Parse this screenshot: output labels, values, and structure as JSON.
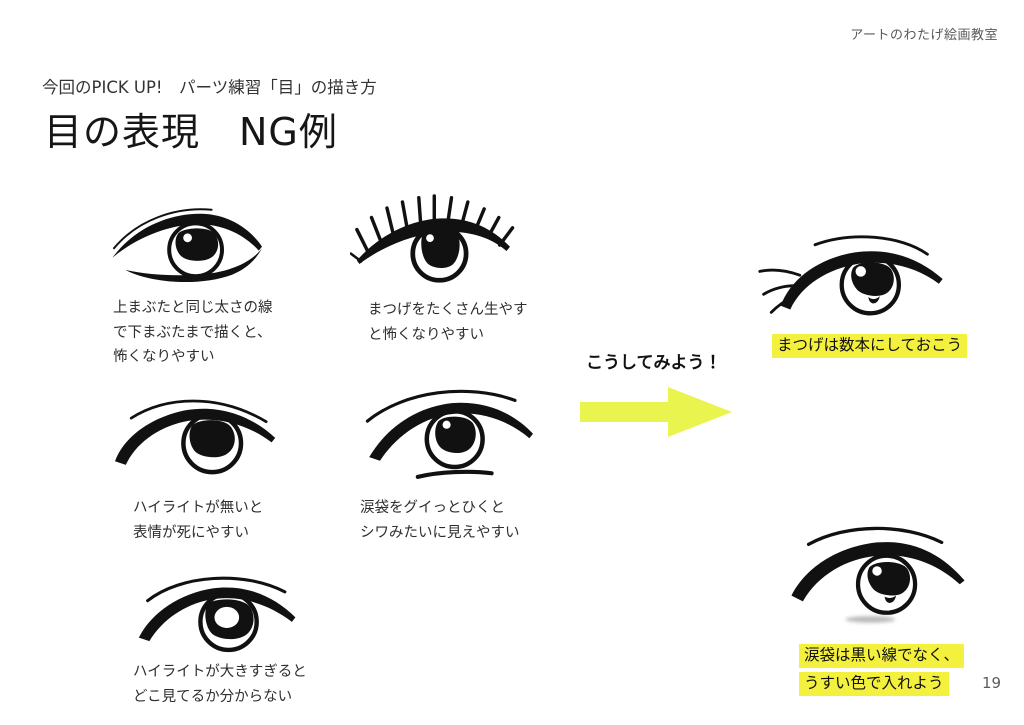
{
  "header": {
    "brand": "アートのわたげ絵画教室",
    "kicker": "今回のPICK UP!　パーツ練習「目」の描き方",
    "title": "目の表現　NG例"
  },
  "ng_examples": [
    {
      "name": "equal-thickness-lower-lid",
      "lines": [
        "上まぶたと同じ太さの線",
        "で下まぶたまで描くと、",
        "怖くなりやすい"
      ]
    },
    {
      "name": "too-many-lashes",
      "lines": [
        "まつげをたくさん生やす",
        "と怖くなりやすい"
      ]
    },
    {
      "name": "no-highlight",
      "lines": [
        "ハイライトが無いと",
        "表情が死にやすい"
      ]
    },
    {
      "name": "harsh-tear-bag-line",
      "lines": [
        "涙袋をグイっとひくと",
        "シワみたいに見えやすい"
      ]
    },
    {
      "name": "oversized-highlight",
      "lines": [
        "ハイライトが大きすぎると",
        "どこ見てるか分からない"
      ]
    }
  ],
  "suggestion": {
    "label": "こうしてみよう！"
  },
  "good_examples": [
    {
      "name": "few-lashes",
      "lines": [
        "まつげは数本にしておこう"
      ]
    },
    {
      "name": "soft-tear-bag",
      "lines": [
        "涙袋は黒い線でなく、",
        "うすい色で入れよう"
      ]
    }
  ],
  "colors": {
    "arrow": "#e9f44f",
    "highlight": "#f3f13e",
    "ink": "#111111",
    "muted_text": "#595959"
  },
  "footer": {
    "page_number": "19"
  }
}
